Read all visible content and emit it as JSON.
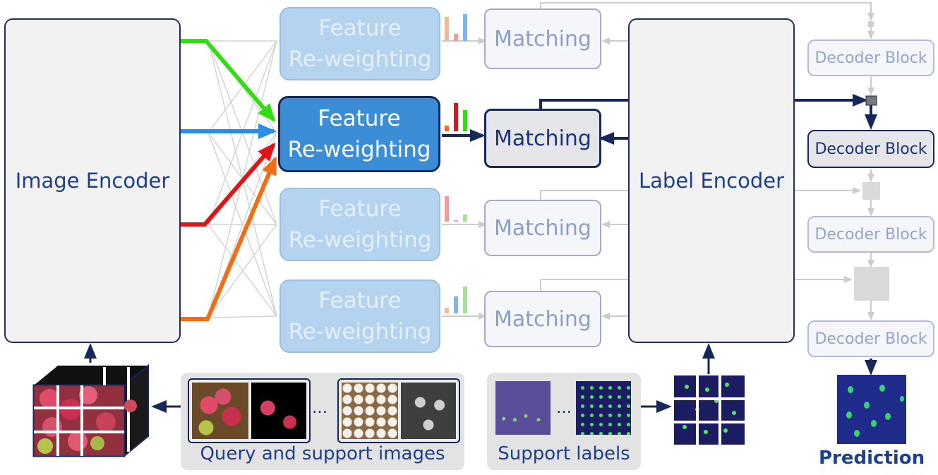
{
  "image_encoder": {
    "label": "Image Encoder"
  },
  "label_encoder": {
    "label": "Label Encoder"
  },
  "feature_reweighting": [
    {
      "line1": "Feature",
      "line2": "Re-weighting"
    },
    {
      "line1": "Feature",
      "line2": "Re-weighting"
    },
    {
      "line1": "Feature",
      "line2": "Re-weighting"
    },
    {
      "line1": "Feature",
      "line2": "Re-weighting"
    }
  ],
  "matching": [
    {
      "label": "Matching"
    },
    {
      "label": "Matching"
    },
    {
      "label": "Matching"
    },
    {
      "label": "Matching"
    }
  ],
  "decoder_blocks": [
    {
      "label": "Decoder Block"
    },
    {
      "label": "Decoder Block"
    },
    {
      "label": "Decoder Block"
    },
    {
      "label": "Decoder Block"
    }
  ],
  "query_panel": {
    "caption": "Query and support images",
    "ellipsis": "…"
  },
  "support_panel": {
    "caption": "Support labels",
    "ellipsis": "…"
  },
  "prediction": {
    "caption": "Prediction"
  },
  "colors": {
    "green": "#33dd11",
    "blue": "#2a8de6",
    "red": "#e01414",
    "orange": "#f56d12",
    "navy": "#16285a",
    "faint": "#cfcfcf"
  },
  "weight_bars": [
    {
      "values": [
        0.85,
        0.25,
        0.95
      ]
    },
    {
      "values": [
        0.2,
        1.0,
        0.75
      ]
    },
    {
      "values": [
        0.9,
        0.0,
        0.25
      ]
    },
    {
      "values": [
        0.2,
        0.6,
        0.95
      ]
    }
  ]
}
